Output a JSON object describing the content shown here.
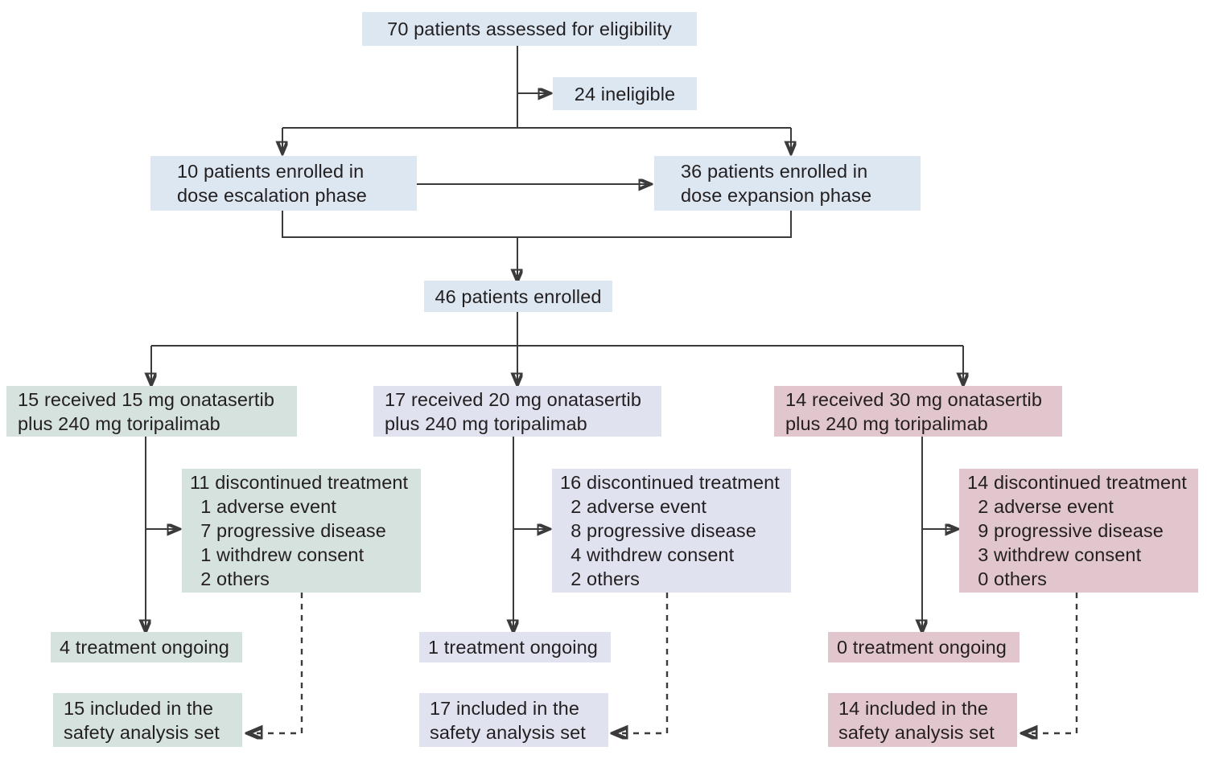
{
  "diagram": {
    "title": "Patient disposition flow diagram",
    "colors": {
      "blue": "#dce7f1",
      "green": "#d6e2dd",
      "lilac": "#e0e2ef",
      "rose": "#e2c6cd",
      "connector": "#3b3b3b",
      "text": "#231f20"
    }
  },
  "nodes": {
    "assessed": {
      "lines": [
        "70 patients assessed for eligibility"
      ]
    },
    "ineligible": {
      "lines": [
        "24 ineligible"
      ]
    },
    "escalation": {
      "lines": [
        "10 patients enrolled in",
        "dose escalation phase"
      ]
    },
    "expansion": {
      "lines": [
        "36 patients enrolled in",
        "dose expansion phase"
      ]
    },
    "enrolled": {
      "lines": [
        "46 patients enrolled"
      ]
    },
    "arm1_received": {
      "lines": [
        "15 received 15 mg onatasertib",
        "plus 240 mg toripalimab"
      ]
    },
    "arm2_received": {
      "lines": [
        "17 received 20 mg onatasertib",
        "plus 240 mg toripalimab"
      ]
    },
    "arm3_received": {
      "lines": [
        "14 received 30 mg onatasertib",
        "plus 240 mg toripalimab"
      ]
    },
    "arm1_discontinued": {
      "lines": [
        "11 discontinued treatment",
        "  1 adverse event",
        "  7 progressive disease",
        "  1 withdrew consent",
        "  2 others"
      ]
    },
    "arm2_discontinued": {
      "lines": [
        "16 discontinued treatment",
        "  2 adverse event",
        "  8 progressive disease",
        "  4 withdrew consent",
        "  2 others"
      ]
    },
    "arm3_discontinued": {
      "lines": [
        "14 discontinued treatment",
        "  2 adverse event",
        "  9 progressive disease",
        "  3 withdrew consent",
        "  0 others"
      ]
    },
    "arm1_ongoing": {
      "lines": [
        "4 treatment ongoing"
      ]
    },
    "arm2_ongoing": {
      "lines": [
        "1 treatment ongoing"
      ]
    },
    "arm3_ongoing": {
      "lines": [
        "0 treatment ongoing"
      ]
    },
    "arm1_safety": {
      "lines": [
        "15 included in the",
        "safety analysis set"
      ]
    },
    "arm2_safety": {
      "lines": [
        "17 included in the",
        "safety analysis set"
      ]
    },
    "arm3_safety": {
      "lines": [
        "14 included in the",
        "safety analysis set"
      ]
    }
  },
  "chart_data": {
    "type": "flow",
    "title": "Patient disposition (CONSORT-style flow diagram)",
    "stages": [
      {
        "id": "assessed",
        "label": "70 patients assessed for eligibility",
        "n": 70
      },
      {
        "id": "ineligible",
        "label": "24 ineligible",
        "n": 24
      },
      {
        "id": "escalation",
        "label": "10 patients enrolled in dose escalation phase",
        "n": 10
      },
      {
        "id": "expansion",
        "label": "36 patients enrolled in dose expansion phase",
        "n": 36
      },
      {
        "id": "enrolled",
        "label": "46 patients enrolled",
        "n": 46
      }
    ],
    "arms": [
      {
        "id": "arm1",
        "dose": "15 mg onatasertib plus 240 mg toripalimab",
        "received": 15,
        "discontinued_total": 11,
        "discontinued_reasons": {
          "adverse event": 1,
          "progressive disease": 7,
          "withdrew consent": 1,
          "others": 2
        },
        "treatment_ongoing": 4,
        "safety_analysis_set": 15,
        "color": "#d6e2dd"
      },
      {
        "id": "arm2",
        "dose": "20 mg onatasertib plus 240 mg toripalimab",
        "received": 17,
        "discontinued_total": 16,
        "discontinued_reasons": {
          "adverse event": 2,
          "progressive disease": 8,
          "withdrew consent": 4,
          "others": 2
        },
        "treatment_ongoing": 1,
        "safety_analysis_set": 17,
        "color": "#e0e2ef"
      },
      {
        "id": "arm3",
        "dose": "30 mg onatasertib plus 240 mg toripalimab",
        "received": 14,
        "discontinued_total": 14,
        "discontinued_reasons": {
          "adverse event": 2,
          "progressive disease": 9,
          "withdrew consent": 3,
          "others": 0
        },
        "treatment_ongoing": 0,
        "safety_analysis_set": 14,
        "color": "#e2c6cd"
      }
    ]
  }
}
